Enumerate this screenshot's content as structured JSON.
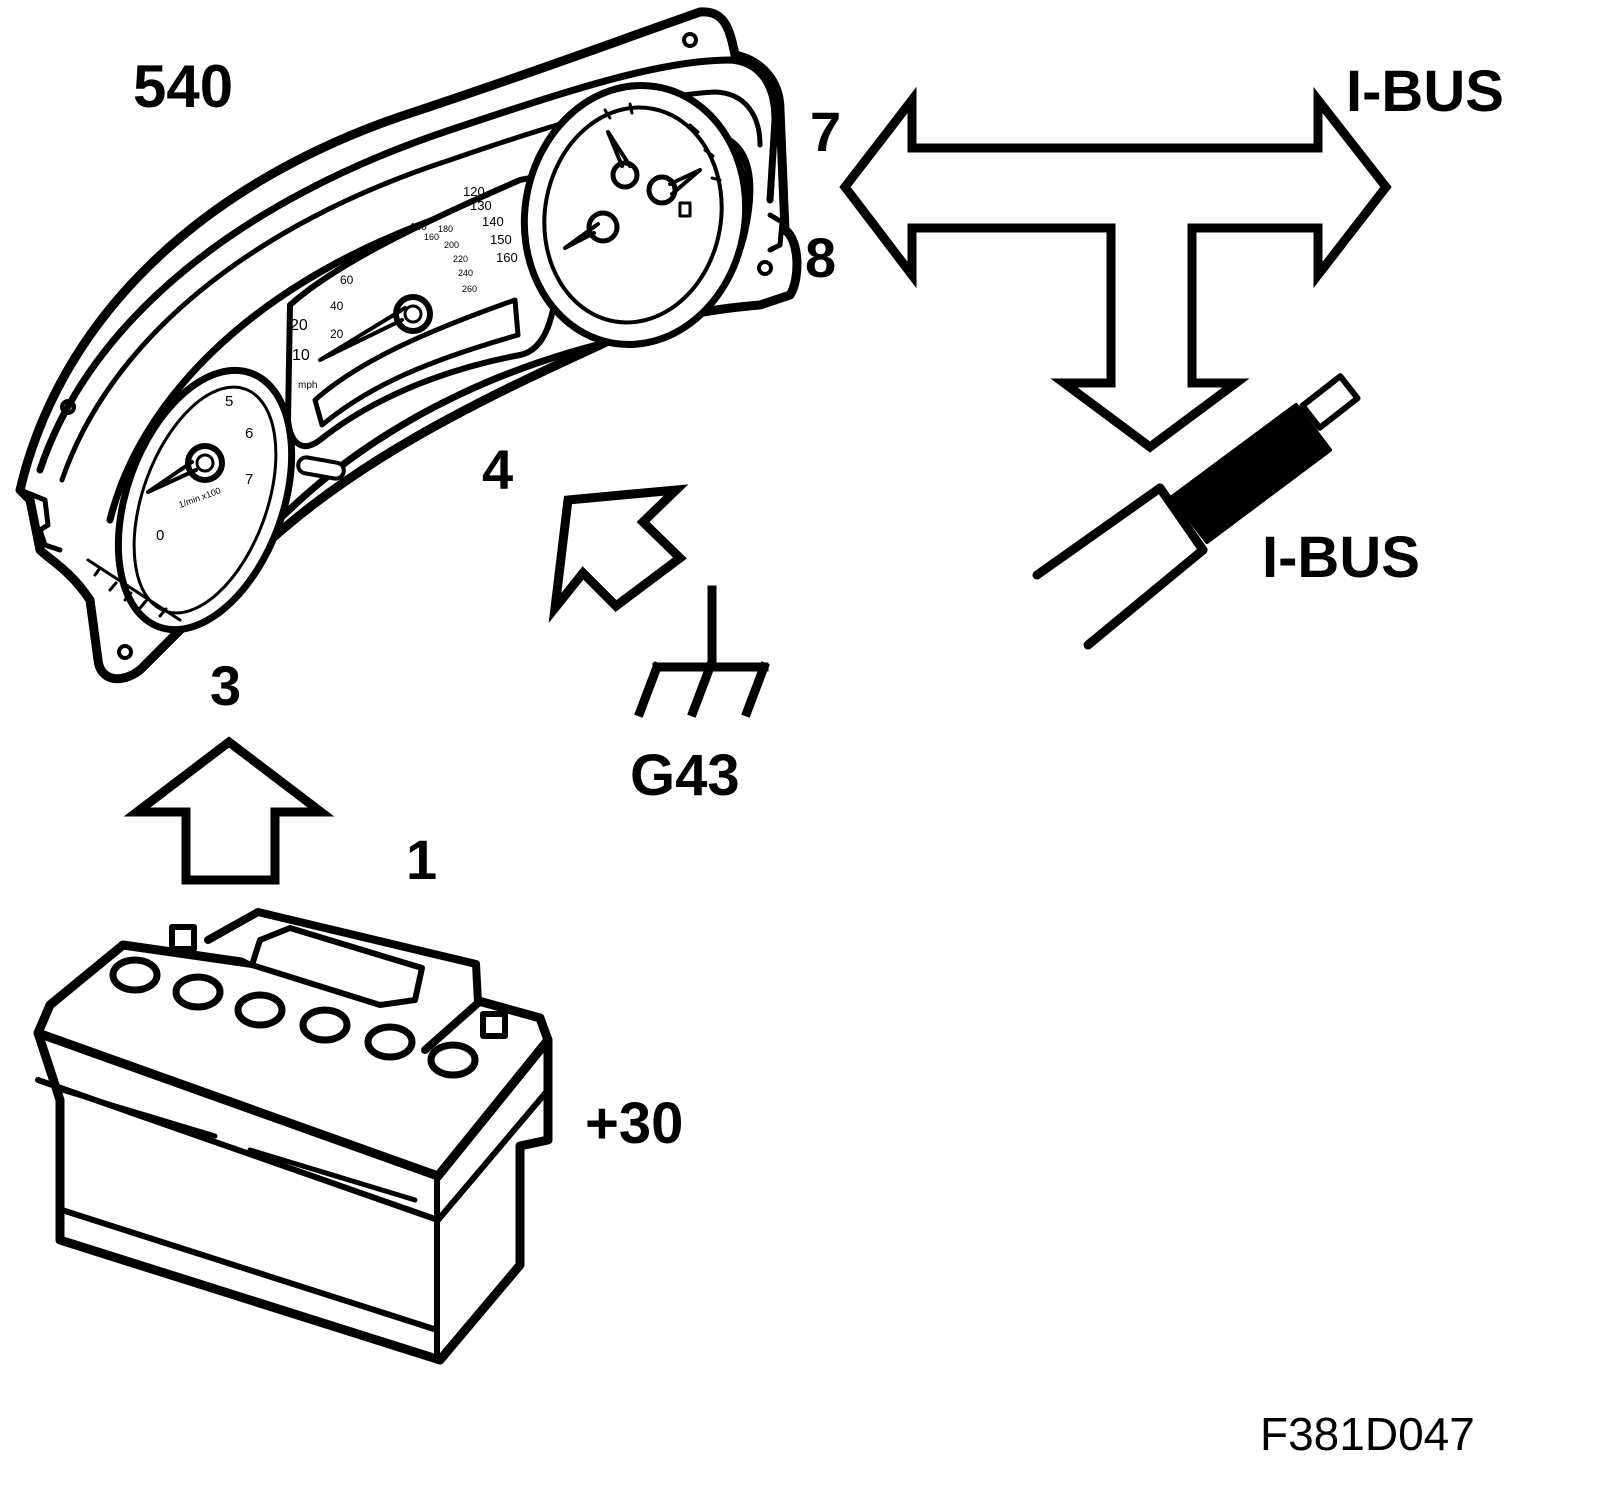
{
  "diagram": {
    "labels": {
      "instrument": "540",
      "connector_7": "7",
      "connector_8": "8",
      "ibus_top": "I-BUS",
      "ibus_cable": "I-BUS",
      "pin_3": "3",
      "pin_4": "4",
      "pin_1": "1",
      "ground": "G43",
      "battery_terminal": "+30",
      "figure_ref": "F381D047"
    },
    "cluster": {
      "tach_ticks": [
        "0",
        "5",
        "6",
        "7"
      ],
      "tach_caption": "1/min x100",
      "speed_ticks_mph": [
        "10",
        "20",
        "20",
        "40",
        "60"
      ],
      "speed_ticks_kmh": [
        "120",
        "130",
        "140",
        "150",
        "160"
      ],
      "speed_ticks_small": [
        "140",
        "160",
        "180",
        "200",
        "220",
        "240",
        "260"
      ],
      "speed_unit": "mph"
    },
    "colors": {
      "ink": "#000000",
      "paper": "#ffffff"
    }
  }
}
